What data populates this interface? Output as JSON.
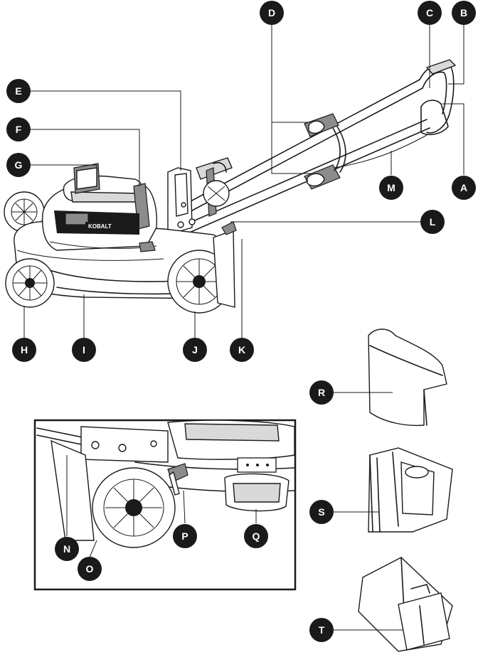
{
  "diagram": {
    "battery_brand": "KOBALT",
    "callouts": [
      {
        "id": "A",
        "label": "A"
      },
      {
        "id": "B",
        "label": "B"
      },
      {
        "id": "C",
        "label": "C"
      },
      {
        "id": "D",
        "label": "D"
      },
      {
        "id": "E",
        "label": "E"
      },
      {
        "id": "F",
        "label": "F"
      },
      {
        "id": "G",
        "label": "G"
      },
      {
        "id": "H",
        "label": "H"
      },
      {
        "id": "I",
        "label": "I"
      },
      {
        "id": "J",
        "label": "J"
      },
      {
        "id": "K",
        "label": "K"
      },
      {
        "id": "L",
        "label": "L"
      },
      {
        "id": "M",
        "label": "M"
      },
      {
        "id": "N",
        "label": "N"
      },
      {
        "id": "O",
        "label": "O"
      },
      {
        "id": "P",
        "label": "P"
      },
      {
        "id": "Q",
        "label": "Q"
      },
      {
        "id": "R",
        "label": "R"
      },
      {
        "id": "S",
        "label": "S"
      },
      {
        "id": "T",
        "label": "T"
      }
    ]
  }
}
